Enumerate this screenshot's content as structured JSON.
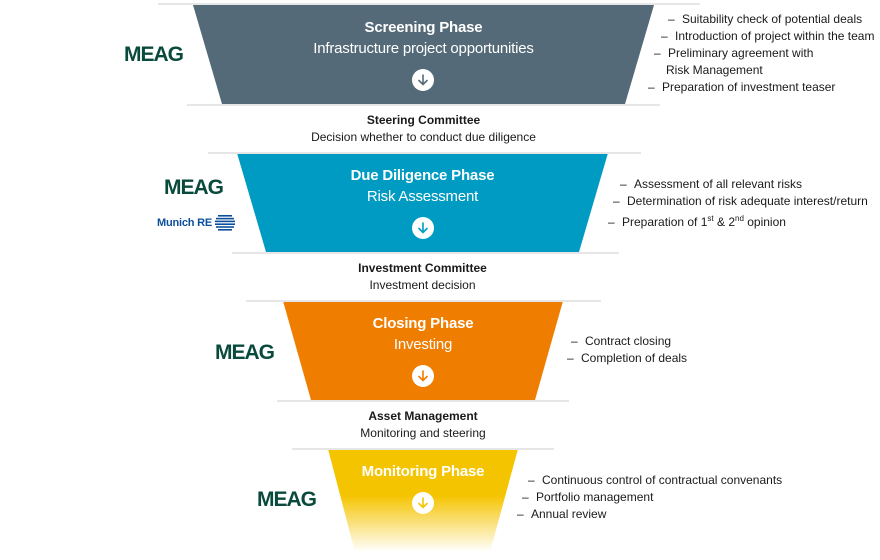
{
  "colors": {
    "screening": "#546a78",
    "due_diligence": "#009bc3",
    "closing": "#ef7d00",
    "monitoring": "#f5c400",
    "meag_logo": "#0a4a3c",
    "munich_re_logo": "#0b4f9c",
    "separator": "#e6e6e6"
  },
  "phases": [
    {
      "title": "Screening Phase",
      "subtitle": "Infrastructure project opportunities",
      "icon": "arrow-down-circle-icon",
      "logos": [
        "MEAG"
      ],
      "bullets": [
        "Suitability check of potential deals",
        "Introduction of project within the team",
        "Preliminary agreement with",
        "Risk Management",
        "Preparation of investment teaser"
      ]
    },
    {
      "title": "Due Diligence Phase",
      "subtitle": "Risk Assessment",
      "icon": "arrow-down-circle-icon",
      "logos": [
        "MEAG",
        "Munich RE"
      ],
      "bullets": [
        "Assessment of all relevant risks",
        "Determination of risk adequate interest/return",
        "Preparation of 1st & 2nd opinion"
      ],
      "bullet3_parts": {
        "pre": "Preparation of ",
        "n1": "1",
        "s1": "st",
        "mid": " & ",
        "n2": "2",
        "s2": "nd",
        "post": " opinion"
      }
    },
    {
      "title": "Closing Phase",
      "subtitle": "Investing",
      "icon": "arrow-down-circle-icon",
      "logos": [
        "MEAG"
      ],
      "bullets": [
        "Contract closing",
        "Completion of deals"
      ]
    },
    {
      "title": "Monitoring Phase",
      "subtitle": "",
      "icon": "arrow-down-circle-icon",
      "logos": [
        "MEAG"
      ],
      "bullets": [
        "Continuous control of contractual convenants",
        "Portfolio management",
        "Annual review"
      ]
    }
  ],
  "committees": [
    {
      "title": "Steering Committee",
      "subtitle": "Decision whether to conduct due diligence"
    },
    {
      "title": "Investment Committee",
      "subtitle": "Investment decision"
    },
    {
      "title": "Asset Management",
      "subtitle": "Monitoring and steering"
    }
  ],
  "bullet_dash": "–"
}
